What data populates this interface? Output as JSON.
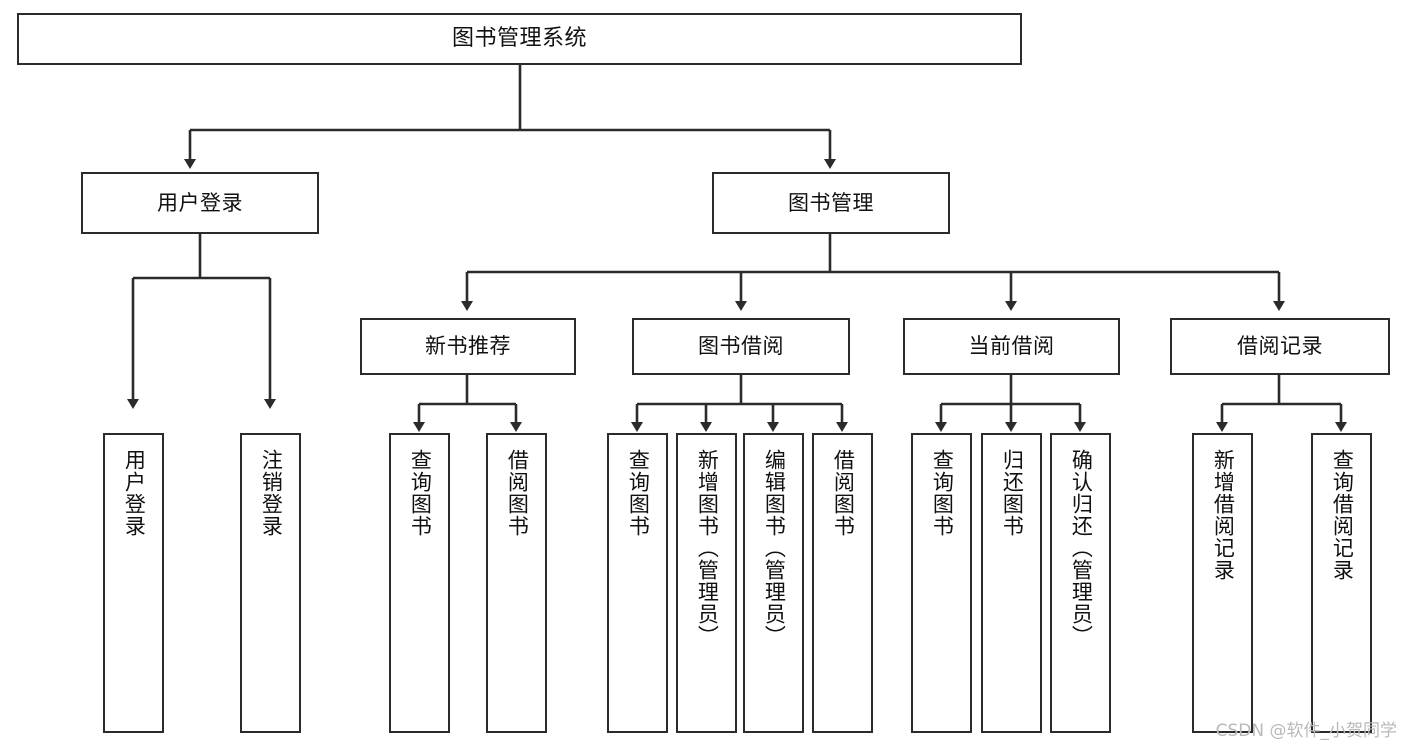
{
  "diagram": {
    "type": "tree-hierarchy",
    "title": "图书管理系统",
    "watermark": "CSDN @软件_小贺同学",
    "colors": {
      "box_border": "#2b2b2b",
      "box_fill": "#ffffff",
      "edge": "#2b2b2b",
      "text": "#111111",
      "watermark": "#b9b9b9",
      "background": "#ffffff"
    },
    "nodes": {
      "root": {
        "id": "root",
        "label": "图书管理系统",
        "level": 0,
        "orientation": "horizontal"
      },
      "level1": [
        {
          "id": "user-login",
          "label": "用户登录",
          "level": 1,
          "orientation": "horizontal"
        },
        {
          "id": "book-manage",
          "label": "图书管理",
          "level": 1,
          "orientation": "horizontal"
        }
      ],
      "level2": [
        {
          "id": "new-book-recommend",
          "label": "新书推荐",
          "level": 2,
          "orientation": "horizontal",
          "parent": "book-manage"
        },
        {
          "id": "book-borrow",
          "label": "图书借阅",
          "level": 2,
          "orientation": "horizontal",
          "parent": "book-manage"
        },
        {
          "id": "current-borrow",
          "label": "当前借阅",
          "level": 2,
          "orientation": "horizontal",
          "parent": "book-manage"
        },
        {
          "id": "borrow-record",
          "label": "借阅记录",
          "level": 2,
          "orientation": "horizontal",
          "parent": "book-manage"
        }
      ],
      "leaves": [
        {
          "id": "leaf-user-login",
          "label": "用户登录",
          "parent": "user-login",
          "orientation": "vertical"
        },
        {
          "id": "leaf-user-logout",
          "label": "注销登录",
          "parent": "user-login",
          "orientation": "vertical"
        },
        {
          "id": "leaf-query-book-1",
          "label": "查询图书",
          "parent": "new-book-recommend",
          "orientation": "vertical"
        },
        {
          "id": "leaf-borrow-book-1",
          "label": "借阅图书",
          "parent": "new-book-recommend",
          "orientation": "vertical"
        },
        {
          "id": "leaf-query-book-2",
          "label": "查询图书",
          "parent": "book-borrow",
          "orientation": "vertical"
        },
        {
          "id": "leaf-add-book",
          "label": "新增图书（管理员）",
          "parent": "book-borrow",
          "orientation": "vertical"
        },
        {
          "id": "leaf-edit-book",
          "label": "编辑图书（管理员）",
          "parent": "book-borrow",
          "orientation": "vertical"
        },
        {
          "id": "leaf-borrow-book-2",
          "label": "借阅图书",
          "parent": "book-borrow",
          "orientation": "vertical"
        },
        {
          "id": "leaf-query-book-3",
          "label": "查询图书",
          "parent": "current-borrow",
          "orientation": "vertical"
        },
        {
          "id": "leaf-return-book",
          "label": "归还图书",
          "parent": "current-borrow",
          "orientation": "vertical"
        },
        {
          "id": "leaf-confirm-return",
          "label": "确认归还（管理员）",
          "parent": "current-borrow",
          "orientation": "vertical"
        },
        {
          "id": "leaf-add-record",
          "label": "新增借阅记录",
          "parent": "borrow-record",
          "orientation": "vertical"
        },
        {
          "id": "leaf-query-record",
          "label": "查询借阅记录",
          "parent": "borrow-record",
          "orientation": "vertical"
        }
      ]
    }
  }
}
